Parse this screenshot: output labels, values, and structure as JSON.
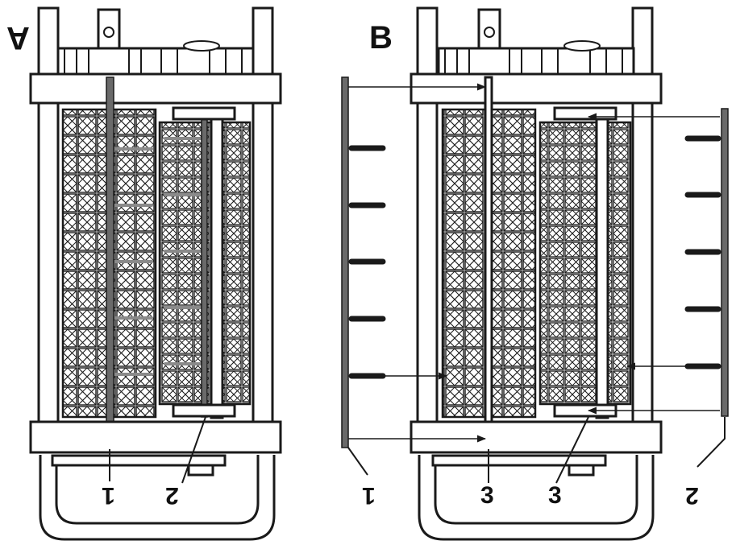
{
  "figure": {
    "panels": [
      {
        "id": "A",
        "label": "A",
        "labels_below": [
          "1",
          "2"
        ]
      },
      {
        "id": "B",
        "label": "B",
        "labels_below": [
          "1",
          "3",
          "3",
          "2"
        ]
      }
    ],
    "colors": {
      "line": "#1a1a1a",
      "fill": "#ffffff",
      "rod": "#6a6a6a",
      "tine": "#8a8a8a"
    }
  }
}
